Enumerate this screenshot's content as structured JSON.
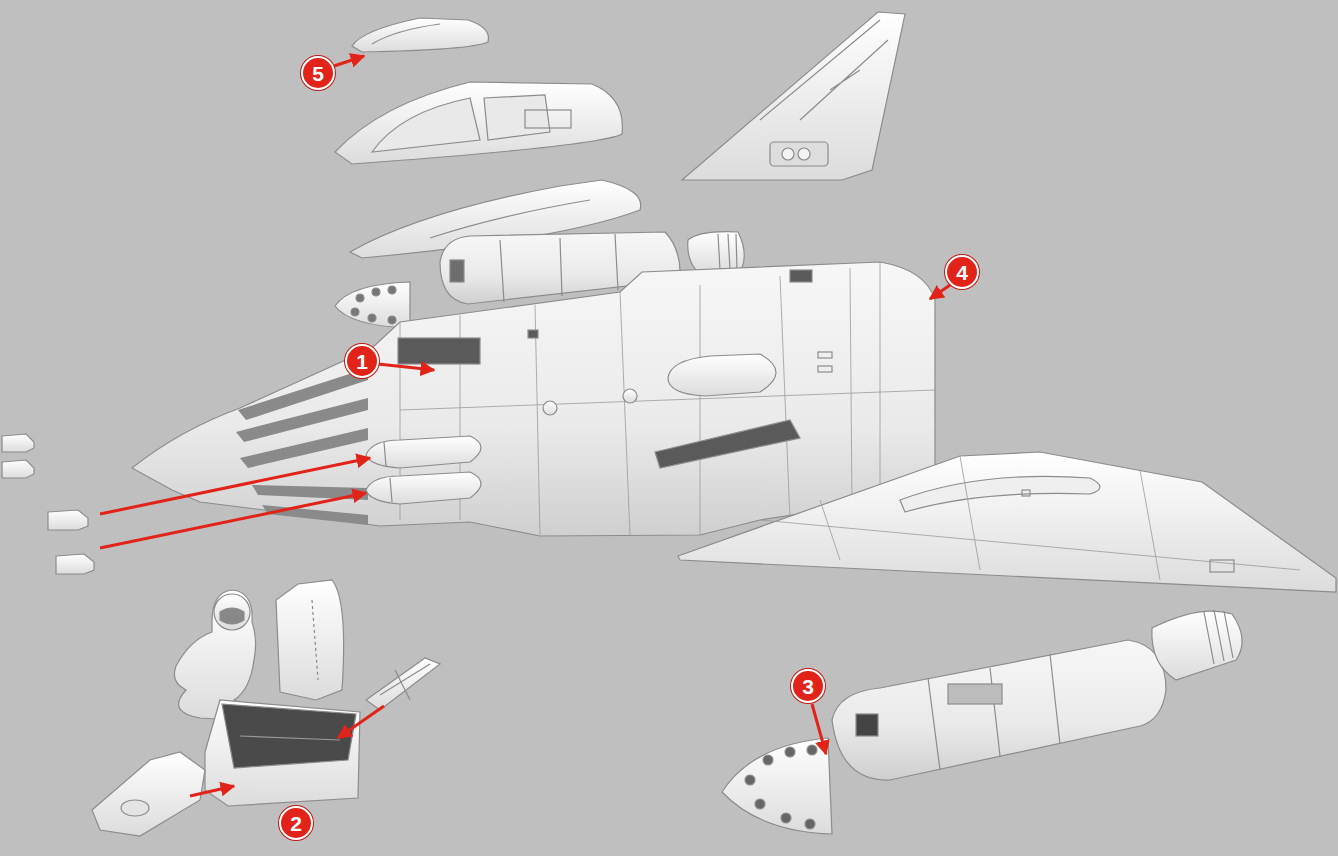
{
  "diagram": {
    "labels": [
      "5",
      "4",
      "1",
      "3",
      "2"
    ]
  }
}
